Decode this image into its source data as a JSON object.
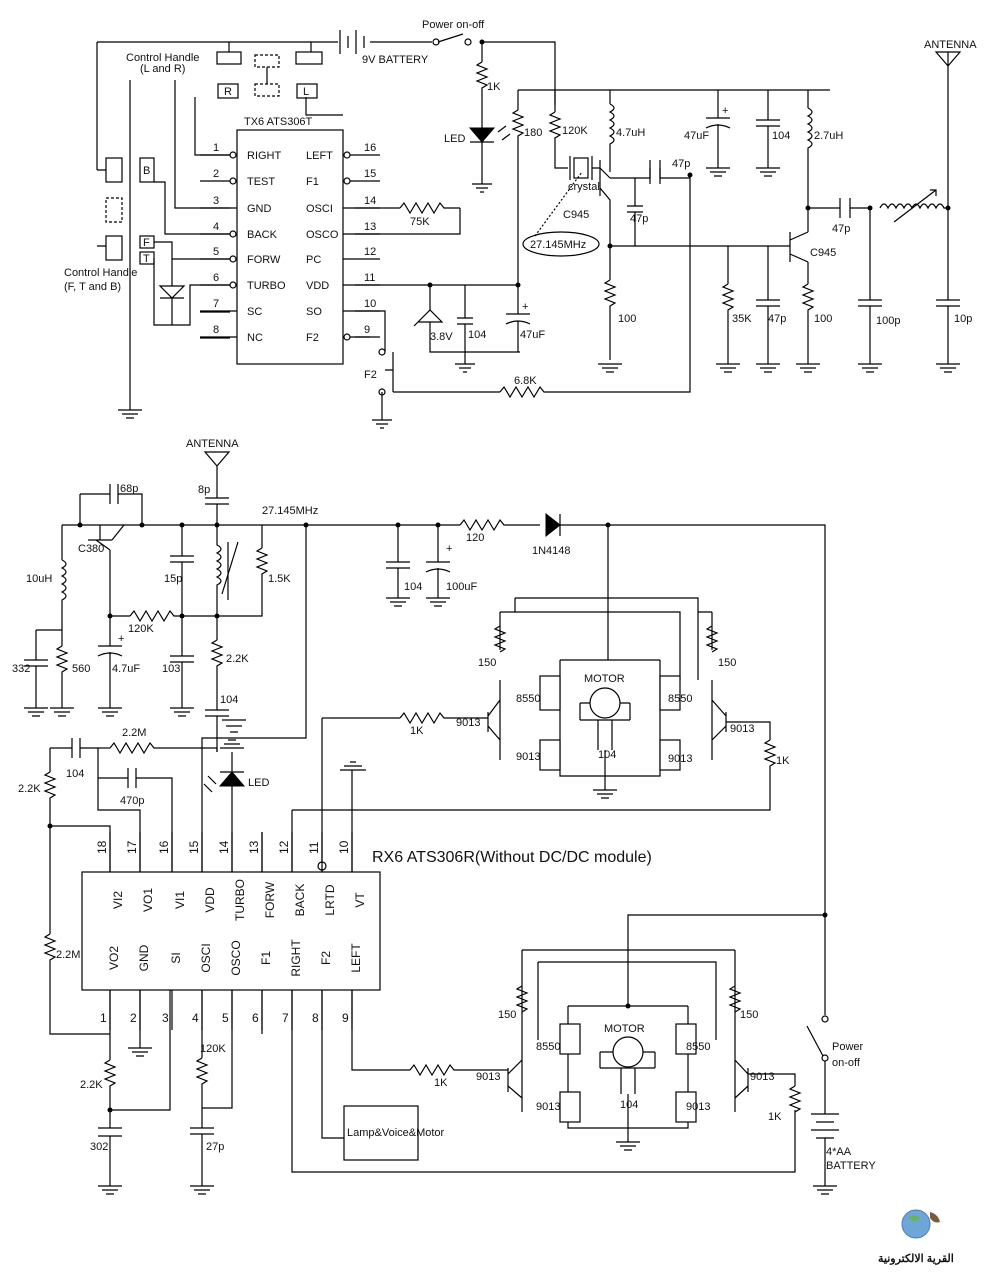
{
  "transmitter": {
    "chip_title": "TX6 ATS306T",
    "pins_left": [
      {
        "num": "1",
        "name": "RIGHT"
      },
      {
        "num": "2",
        "name": "TEST"
      },
      {
        "num": "3",
        "name": "GND"
      },
      {
        "num": "4",
        "name": "BACK"
      },
      {
        "num": "5",
        "name": "FORW"
      },
      {
        "num": "6",
        "name": "TURBO"
      },
      {
        "num": "7",
        "name": "SC"
      },
      {
        "num": "8",
        "name": "NC"
      }
    ],
    "pins_right": [
      {
        "num": "16",
        "name": "LEFT"
      },
      {
        "num": "15",
        "name": "F1"
      },
      {
        "num": "14",
        "name": "OSCI"
      },
      {
        "num": "13",
        "name": "OSCO"
      },
      {
        "num": "12",
        "name": "PC"
      },
      {
        "num": "11",
        "name": "VDD"
      },
      {
        "num": "10",
        "name": "SO"
      },
      {
        "num": "9",
        "name": "F2"
      }
    ],
    "labels": {
      "power": "Power on-off",
      "battery": "9V BATTERY",
      "ctrl_lr_1": "Control Handle",
      "ctrl_lr_2": "(L and R)",
      "ctrl_ftb_1": "Control Handle",
      "ctrl_ftb_2": "(F, T and B)",
      "R": "R",
      "L": "L",
      "B": "B",
      "F": "F",
      "T": "T",
      "r1k": "1K",
      "led": "LED",
      "r180": "180",
      "r120k": "120K",
      "l47uh": "4.7uH",
      "c47uf": "47uF",
      "c104": "104",
      "l27uh": "2.7uH",
      "antenna": "ANTENNA",
      "crystal": "crystal",
      "c945a": "C945",
      "freq": "27.145MHz",
      "c47p_a": "47p",
      "c47p_b": "47p",
      "c47p_c": "47p",
      "r75k": "75K",
      "r100a": "100",
      "r35k": "35K",
      "c47p_d": "47p",
      "r100b": "100",
      "c945b": "C945",
      "c100p": "100p",
      "c10p": "10p",
      "zener": "3.8V",
      "c104b": "104",
      "c47uf_b": "47uF",
      "f2": "F2",
      "r68k": "6.8K"
    }
  },
  "receiver": {
    "chip_title": "RX6 ATS306R(Without DC/DC module)",
    "pins_top": [
      {
        "num": "18",
        "name": "VI2"
      },
      {
        "num": "17",
        "name": "VO1"
      },
      {
        "num": "16",
        "name": "VI1"
      },
      {
        "num": "15",
        "name": "VDD"
      },
      {
        "num": "14",
        "name": "TURBO"
      },
      {
        "num": "13",
        "name": "FORW"
      },
      {
        "num": "12",
        "name": "BACK"
      },
      {
        "num": "11",
        "name": "LRTD"
      },
      {
        "num": "10",
        "name": "VT"
      }
    ],
    "pins_bottom": [
      {
        "num": "1",
        "name": "VO2"
      },
      {
        "num": "2",
        "name": "GND"
      },
      {
        "num": "3",
        "name": "SI"
      },
      {
        "num": "4",
        "name": "OSCI"
      },
      {
        "num": "5",
        "name": "OSCO"
      },
      {
        "num": "6",
        "name": "F1"
      },
      {
        "num": "7",
        "name": "RIGHT"
      },
      {
        "num": "8",
        "name": "F2"
      },
      {
        "num": "9",
        "name": "LEFT"
      }
    ],
    "labels": {
      "antenna": "ANTENNA",
      "c68p": "68p",
      "c8p": "8p",
      "freq": "27.145MHz",
      "c380": "C380",
      "l10uh": "10uH",
      "c15p": "15p",
      "r15k": "1.5K",
      "c104a": "104",
      "c100uf": "100uF",
      "r120": "120",
      "d1n4148": "1N4148",
      "r120k": "120K",
      "c332": "332",
      "r560": "560",
      "c47uf": "4.7uF",
      "c103": "103",
      "r22k_a": "2.2K",
      "c104b": "104",
      "r22m_a": "2.2M",
      "c104c": "104",
      "c470p": "470p",
      "r22k_b": "2.2K",
      "led": "LED",
      "r1k_a": "1K",
      "t9013_a": "9013",
      "t8550_a": "8550",
      "motor_a": "MOTOR",
      "t8550_b": "8550",
      "r150_a": "150",
      "r150_b": "150",
      "t9013_b": "9013",
      "c104d": "104",
      "t9013_c": "9013",
      "t9013_d": "9013",
      "r1k_b": "1K",
      "r22m_b": "2.2M",
      "r22k_c": "2.2K",
      "c302": "302",
      "r120k_b": "120K",
      "c27p": "27p",
      "lamp": "Lamp&Voice&Motor",
      "r150_c": "150",
      "r150_d": "150",
      "t8550_c": "8550",
      "motor_b": "MOTOR",
      "t8550_d": "8550",
      "r1k_c": "1K",
      "t9013_e": "9013",
      "t9013_f": "9013",
      "c104e": "104",
      "t9013_g": "9013",
      "t9013_h": "9013",
      "r1k_d": "1K",
      "power": "Power",
      "power2": "on-off",
      "battery1": "4*AA",
      "battery2": "BATTERY"
    }
  },
  "watermark": {
    "text": "القرية الالكترونية"
  }
}
